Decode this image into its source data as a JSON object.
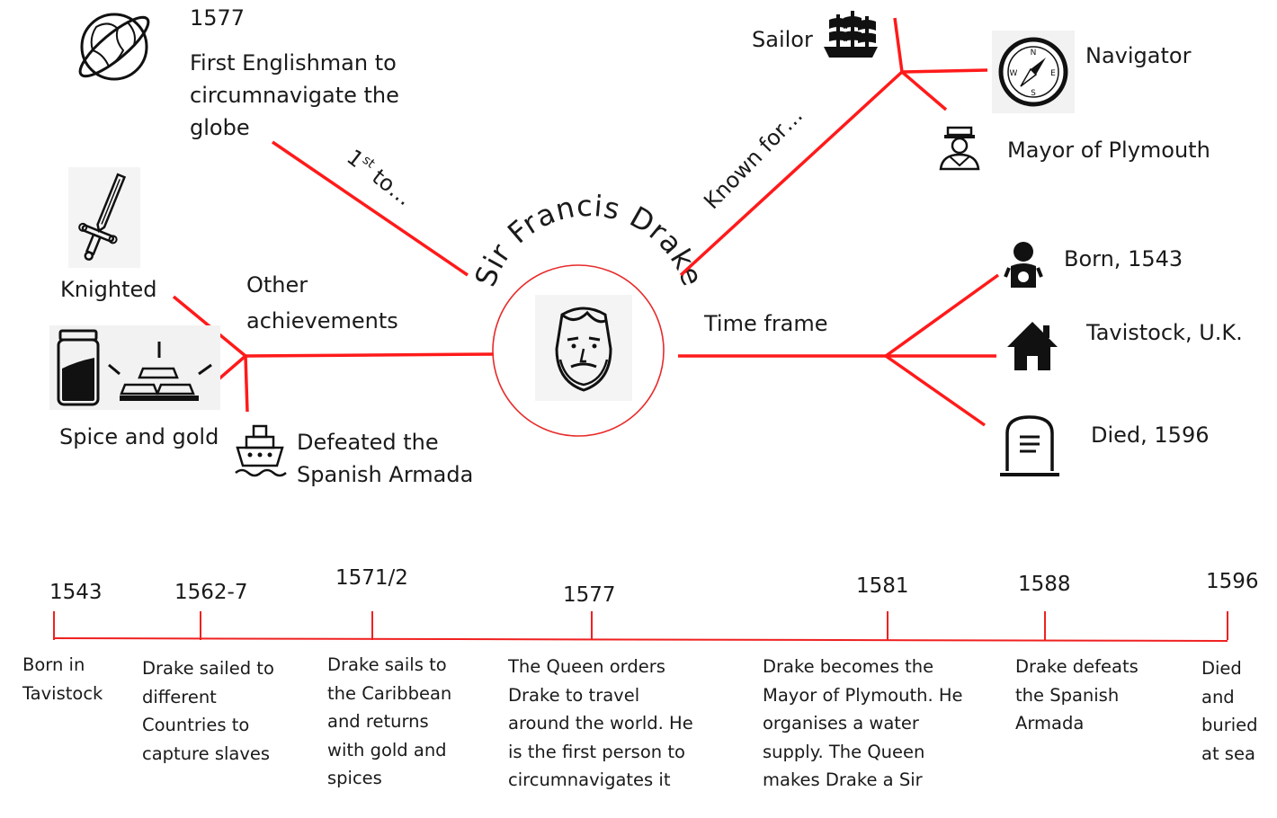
{
  "center": {
    "title": "Sir Francis Drake",
    "icon": "bearded-man-face-icon"
  },
  "branches": {
    "first_to": {
      "label": "1st to…",
      "label_main": "1",
      "label_sup": "st",
      "label_tail": " to…",
      "year": "1577",
      "text": "First Englishman to\ncircumnavigate the\nglobe",
      "icon": "globe-icon"
    },
    "known_for": {
      "label": "Known for…",
      "items": [
        {
          "text": "Sailor",
          "icon": "sailing-ship-icon"
        },
        {
          "text": "Navigator",
          "icon": "compass-icon"
        },
        {
          "text": "Mayor of Plymouth",
          "icon": "mayor-icon"
        }
      ]
    },
    "other_achievements": {
      "label": "Other\nachievements",
      "items": [
        {
          "text": "Knighted",
          "icon": "sword-icon"
        },
        {
          "text": "Spice and gold",
          "icon": "spice-jar-and-gold-icon"
        },
        {
          "text": "Defeated the\nSpanish Armada",
          "icon": "ship-icon"
        }
      ]
    },
    "time_frame": {
      "label": "Time frame",
      "items": [
        {
          "text": "Born, 1543",
          "icon": "baby-icon"
        },
        {
          "text": "Tavistock, U.K.",
          "icon": "house-icon"
        },
        {
          "text": "Died, 1596",
          "icon": "gravestone-icon"
        }
      ]
    }
  },
  "timeline": [
    {
      "year": "1543",
      "text": "Born in\nTavistock"
    },
    {
      "year": "1562-7",
      "text": "Drake sailed to\ndifferent\nCountries to\ncapture slaves"
    },
    {
      "year": "1571/2",
      "text": "Drake sails to\nthe Caribbean\nand returns\nwith gold and\nspices"
    },
    {
      "year": "1577",
      "text": "The Queen orders\nDrake to travel\naround the world. He\nis the first person to\ncircumnavigates it"
    },
    {
      "year": "1581",
      "text": "Drake becomes the\nMayor of Plymouth. He\norganises a water\nsupply. The Queen\nmakes Drake a Sir"
    },
    {
      "year": "1588",
      "text": "Drake defeats\nthe Spanish\nArmada"
    },
    {
      "year": "1596",
      "text": "Died and\nburied\nat sea"
    }
  ],
  "colors": {
    "branch": "#ff1a1a",
    "timeline": "#f02020",
    "text": "#1a1a1a",
    "circle": "#e82a2a"
  }
}
